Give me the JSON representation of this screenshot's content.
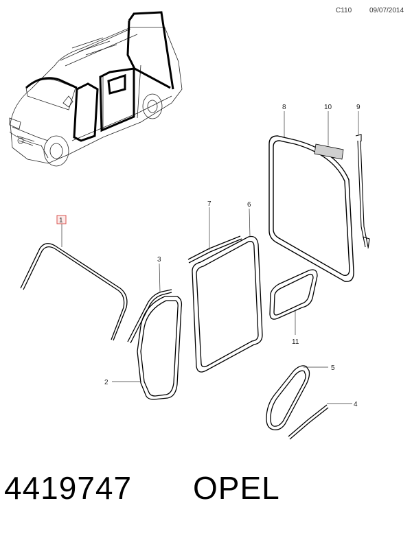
{
  "header": {
    "code": "C110",
    "date": "09/07/2014"
  },
  "callouts": [
    {
      "id": "1",
      "highlighted": true
    },
    {
      "id": "2"
    },
    {
      "id": "3"
    },
    {
      "id": "4"
    },
    {
      "id": "5"
    },
    {
      "id": "6"
    },
    {
      "id": "7"
    },
    {
      "id": "8"
    },
    {
      "id": "9"
    },
    {
      "id": "10"
    },
    {
      "id": "11"
    }
  ],
  "footer": {
    "part_number": "4419747",
    "brand": "OPEL"
  },
  "colors": {
    "highlight": "#d9534f",
    "line": "#000000",
    "gray_part": "#cfcfcf"
  }
}
